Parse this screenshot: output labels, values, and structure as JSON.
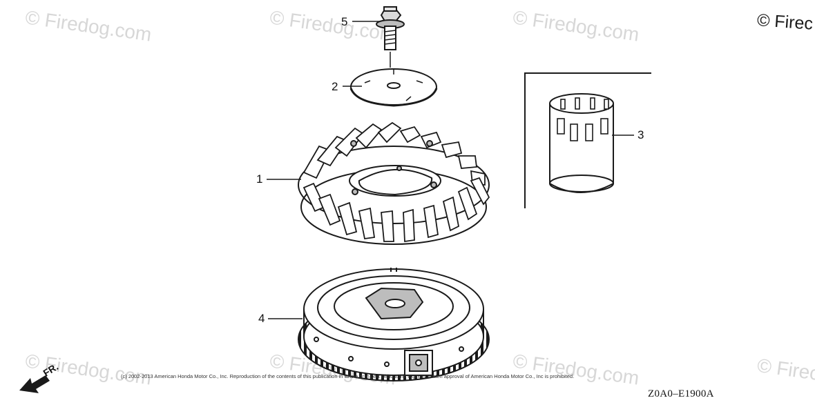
{
  "watermark": {
    "text": "© Firedog.com",
    "corner_text": "© Firec"
  },
  "callouts": [
    "5",
    "2",
    "1",
    "3",
    "4"
  ],
  "direction_label": "FR.",
  "copyright": "(c) 2002-2013 American Honda Motor Co., Inc. Reproduction of the contents of this publication in whole or in part without the express written approval of American Honda Motor Co., Inc is prohibited.",
  "diagram_code": "Z0A0–E1900A",
  "colors": {
    "line": "#1a1a1a",
    "watermark": "#d7d7d7",
    "fill_gray": "#bdbdbd"
  }
}
